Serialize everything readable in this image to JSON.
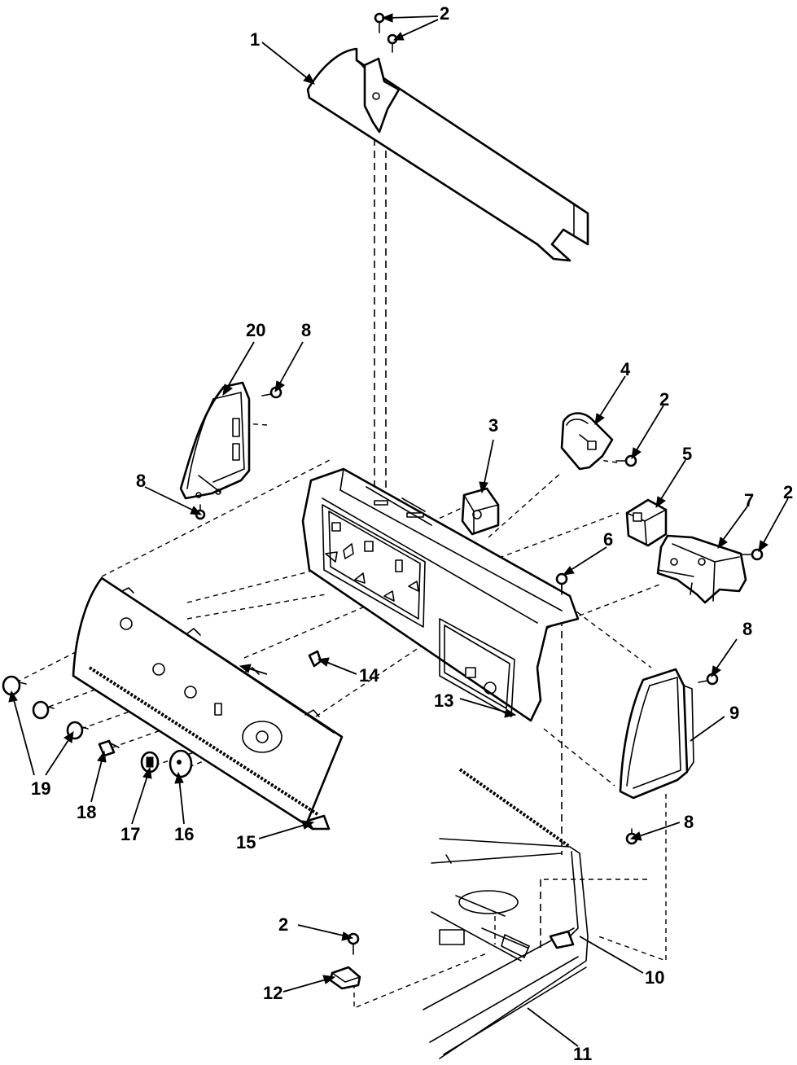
{
  "callouts": [
    {
      "id": "c2-top",
      "label": "2"
    },
    {
      "id": "c1",
      "label": "1"
    },
    {
      "id": "c20",
      "label": "20"
    },
    {
      "id": "c8-a",
      "label": "8"
    },
    {
      "id": "c8-b",
      "label": "8"
    },
    {
      "id": "c4",
      "label": "4"
    },
    {
      "id": "c2-b",
      "label": "2"
    },
    {
      "id": "c3",
      "label": "3"
    },
    {
      "id": "c5",
      "label": "5"
    },
    {
      "id": "c7",
      "label": "7"
    },
    {
      "id": "c2-c",
      "label": "2"
    },
    {
      "id": "c6",
      "label": "6"
    },
    {
      "id": "c8-c",
      "label": "8"
    },
    {
      "id": "c9",
      "label": "9"
    },
    {
      "id": "c14",
      "label": "14"
    },
    {
      "id": "c13",
      "label": "13"
    },
    {
      "id": "c19",
      "label": "19"
    },
    {
      "id": "c18",
      "label": "18"
    },
    {
      "id": "c17",
      "label": "17"
    },
    {
      "id": "c16",
      "label": "16"
    },
    {
      "id": "c15",
      "label": "15"
    },
    {
      "id": "c8-d",
      "label": "8"
    },
    {
      "id": "c2-d",
      "label": "2"
    },
    {
      "id": "c10",
      "label": "10"
    },
    {
      "id": "c12",
      "label": "12"
    },
    {
      "id": "c11",
      "label": "11"
    }
  ]
}
